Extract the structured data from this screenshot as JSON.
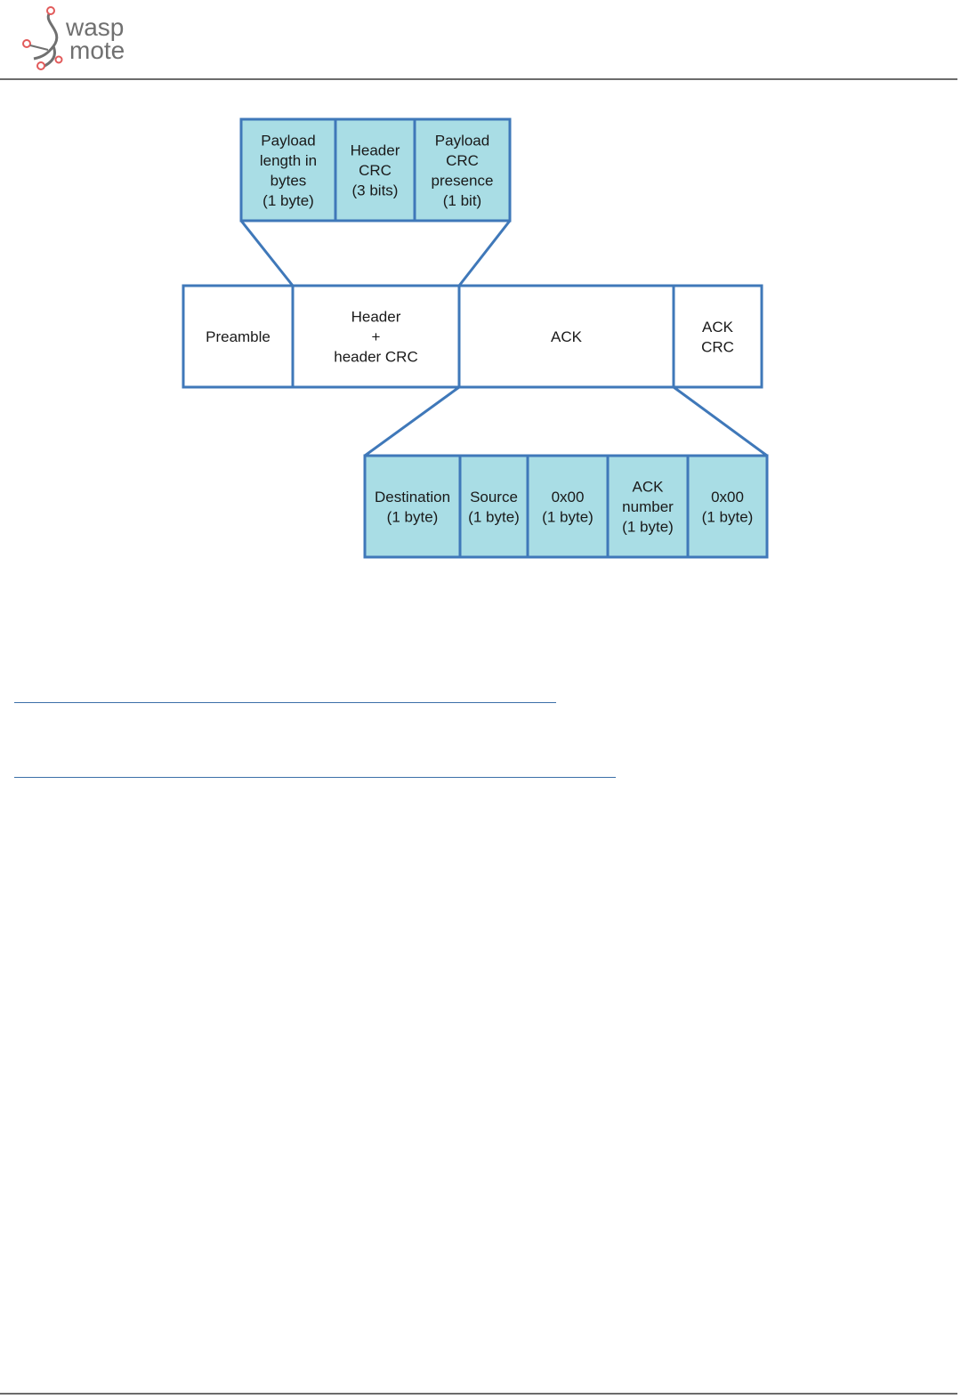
{
  "logo": {
    "line1": "wasp",
    "line2": "mote"
  },
  "diagram": {
    "colors": {
      "stroke": "#3f78b9",
      "fill_highlight": "#a9dde5",
      "fill_plain": "#ffffff",
      "text": "#1a1a1a"
    },
    "header_fields": [
      {
        "lines": [
          "Payload",
          "length in",
          "bytes",
          "(1 byte)"
        ]
      },
      {
        "lines": [
          "Header",
          "CRC",
          "(3 bits)"
        ]
      },
      {
        "lines": [
          "Payload",
          "CRC",
          "presence",
          "(1 bit)"
        ]
      }
    ],
    "frame_fields": [
      {
        "lines": [
          "Preamble"
        ]
      },
      {
        "lines": [
          "Header",
          "+",
          "header CRC"
        ]
      },
      {
        "lines": [
          "ACK"
        ]
      },
      {
        "lines": [
          "ACK",
          "CRC"
        ]
      }
    ],
    "ack_fields": [
      {
        "lines": [
          "Destination",
          "(1 byte)"
        ]
      },
      {
        "lines": [
          "Source",
          "(1 byte)"
        ]
      },
      {
        "lines": [
          "0x00",
          "(1 byte)"
        ]
      },
      {
        "lines": [
          "ACK",
          "number",
          "(1 byte)"
        ]
      },
      {
        "lines": [
          "0x00",
          "(1 byte)"
        ]
      }
    ]
  }
}
